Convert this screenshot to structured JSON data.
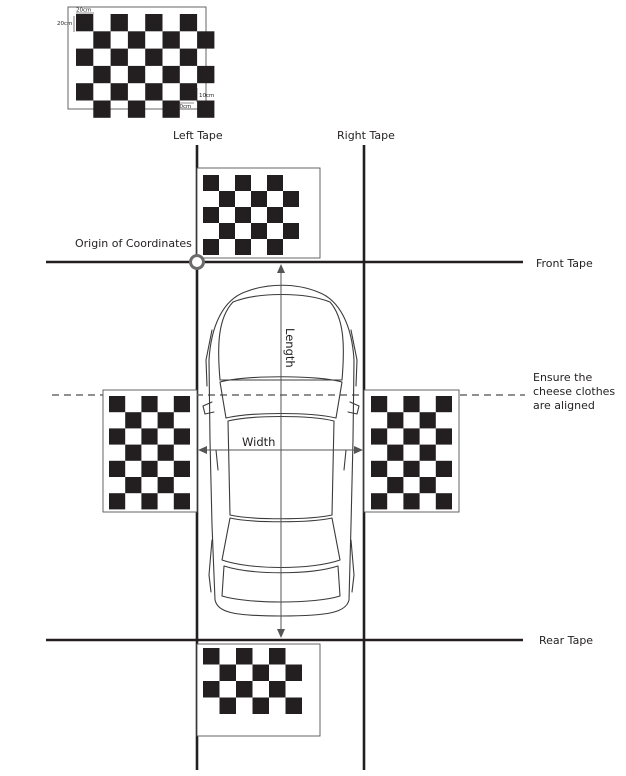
{
  "labels": {
    "left_tape": "Left Tape",
    "right_tape": "Right Tape",
    "front_tape": "Front Tape",
    "rear_tape": "Rear Tape",
    "origin": "Origin of Coordinates",
    "length": "Length",
    "width": "Width",
    "align_line1": "Ensure the",
    "align_line2": "cheese clothes",
    "align_line3": "are aligned"
  },
  "reference_board": {
    "top_dim": "20cm",
    "side_dim": "20cm",
    "right_dim": "10cm",
    "bottom_dim": "10cm"
  },
  "boards": {
    "reference": {
      "cols": 8,
      "rows": 6
    },
    "front": {
      "cols": 6,
      "rows": 5
    },
    "left": {
      "cols": 5,
      "rows": 7
    },
    "right": {
      "cols": 5,
      "rows": 7
    },
    "rear": {
      "cols": 6,
      "rows": 4
    }
  },
  "colors": {
    "ink": "#231f20",
    "dashed_line": "#6b6b6b"
  }
}
